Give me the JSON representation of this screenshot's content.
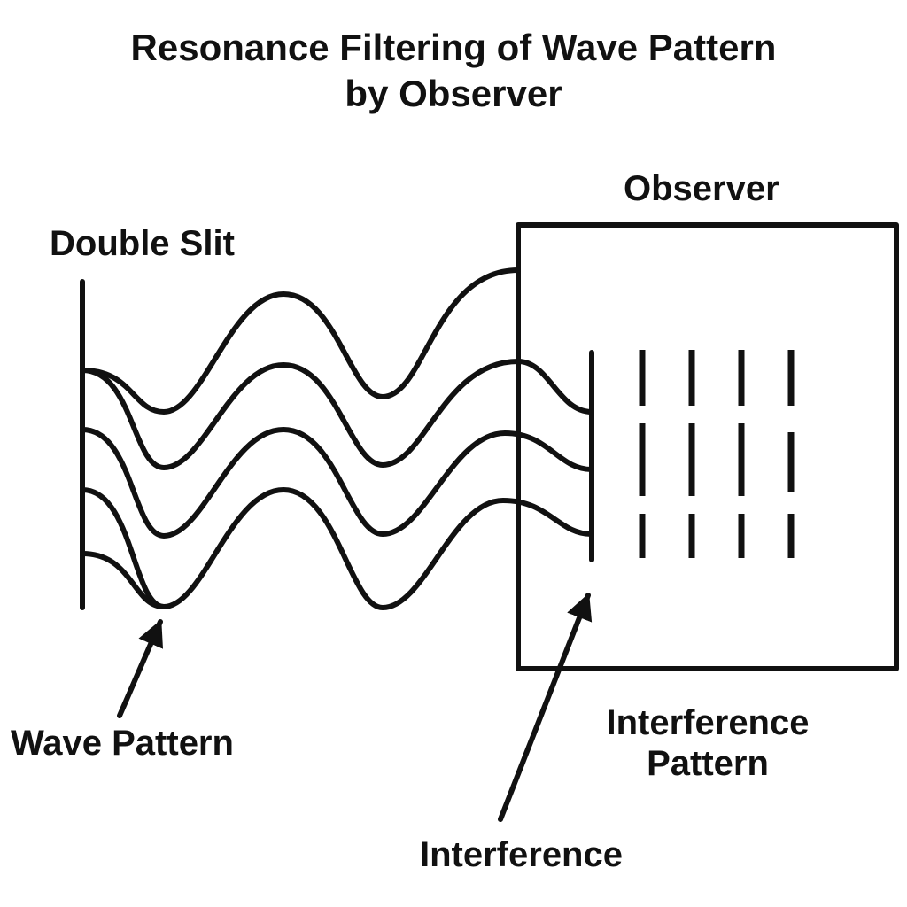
{
  "title": {
    "line1": "Resonance Filtering of Wave Pattern",
    "line2": "by Observer"
  },
  "labels": {
    "double_slit": "Double Slit",
    "observer": "Observer",
    "wave_pattern": "Wave Pattern",
    "interference_pattern_line1": "Interference",
    "interference_pattern_line2": "Pattern",
    "interference": "Interference"
  },
  "colors": {
    "stroke": "#111111",
    "background": "#ffffff"
  }
}
